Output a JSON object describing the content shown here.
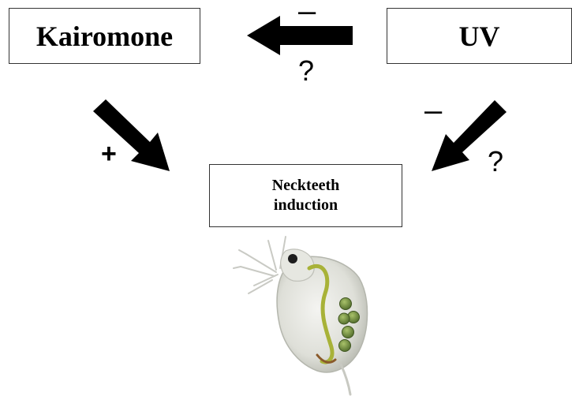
{
  "boxes": {
    "kairomone": "Kairomone",
    "uv": "UV",
    "neckteeth": "Neckteeth\ninduction"
  },
  "signs": {
    "top_minus": "–",
    "top_question": "?",
    "left_plus": "+",
    "right_minus": "–",
    "right_question": "?"
  },
  "colors": {
    "arrow": "#000000",
    "box_border": "#333333"
  },
  "illustration": "daphnia"
}
